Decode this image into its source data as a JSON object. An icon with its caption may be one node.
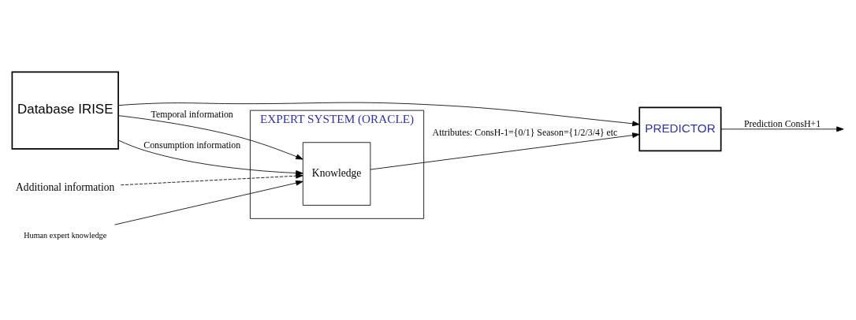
{
  "diagram": {
    "nodes": [
      {
        "text": [
          "Database IRISE"
        ]
      },
      {
        "text": [
          "EXPERT SYSTEM (ORACLE)"
        ]
      },
      {
        "text": [
          "Knowledge"
        ],
        "in": 1
      },
      {
        "text": [
          "PREDICTOR"
        ]
      },
      {
        "text": [
          "Additional information"
        ]
      },
      {
        "text": [
          "Human expert knowledge"
        ]
      }
    ],
    "edges": [
      {
        "from": 0,
        "to": 2,
        "arrow": "to",
        "label": "Consumption information"
      },
      {
        "from": 0,
        "to": 2,
        "arrow": "to",
        "label": "Temporal information"
      },
      {
        "from": 0,
        "to": 3,
        "arrow": "to"
      },
      {
        "from": 4,
        "to": 2,
        "arrow": "to",
        "style": "dashed"
      },
      {
        "from": 5,
        "to": 2,
        "arrow": "to"
      },
      {
        "from": 2,
        "to": 3,
        "arrow": "to",
        "label": "Attributes: ConsH-1={0/1} Season={1/2/3/4} etc"
      },
      {
        "from": 3,
        "to": null,
        "arrow": "to",
        "label": "Prediction ConsH+1"
      }
    ]
  }
}
